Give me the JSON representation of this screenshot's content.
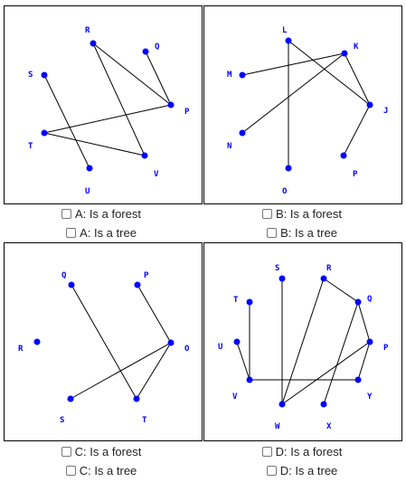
{
  "style": {
    "node_color": "#0000ff",
    "edge_color": "#000000"
  },
  "options": {
    "A": {
      "forest": "A: Is a forest",
      "tree": "A: Is a tree"
    },
    "B": {
      "forest": "B: Is a forest",
      "tree": "B: Is a tree"
    },
    "C": {
      "forest": "C: Is a forest",
      "tree": "C: Is a tree"
    },
    "D": {
      "forest": "D: Is a forest",
      "tree": "D: Is a tree"
    }
  },
  "graphs": {
    "A": {
      "nodes": [
        "R",
        "Q",
        "S",
        "P",
        "T",
        "U",
        "V"
      ],
      "edges": [
        [
          "R",
          "P"
        ],
        [
          "R",
          "V"
        ],
        [
          "Q",
          "P"
        ],
        [
          "S",
          "U"
        ],
        [
          "T",
          "P"
        ],
        [
          "T",
          "V"
        ]
      ]
    },
    "B": {
      "nodes": [
        "L",
        "K",
        "M",
        "J",
        "N",
        "O",
        "P"
      ],
      "edges": [
        [
          "L",
          "O"
        ],
        [
          "L",
          "J"
        ],
        [
          "K",
          "M"
        ],
        [
          "K",
          "N"
        ],
        [
          "K",
          "J"
        ],
        [
          "J",
          "P"
        ]
      ]
    },
    "C": {
      "nodes": [
        "Q",
        "P",
        "R",
        "O",
        "S",
        "T"
      ],
      "edges": [
        [
          "Q",
          "T"
        ],
        [
          "P",
          "O"
        ],
        [
          "O",
          "S"
        ],
        [
          "O",
          "T"
        ]
      ]
    },
    "D": {
      "nodes": [
        "S",
        "R",
        "T",
        "Q",
        "U",
        "P",
        "V",
        "Y",
        "W",
        "X"
      ],
      "edges": [
        [
          "S",
          "W"
        ],
        [
          "R",
          "Q"
        ],
        [
          "R",
          "W"
        ],
        [
          "T",
          "V"
        ],
        [
          "Q",
          "P"
        ],
        [
          "Q",
          "X"
        ],
        [
          "U",
          "V"
        ],
        [
          "V",
          "Y"
        ],
        [
          "P",
          "Y"
        ],
        [
          "P",
          "W"
        ]
      ]
    }
  }
}
